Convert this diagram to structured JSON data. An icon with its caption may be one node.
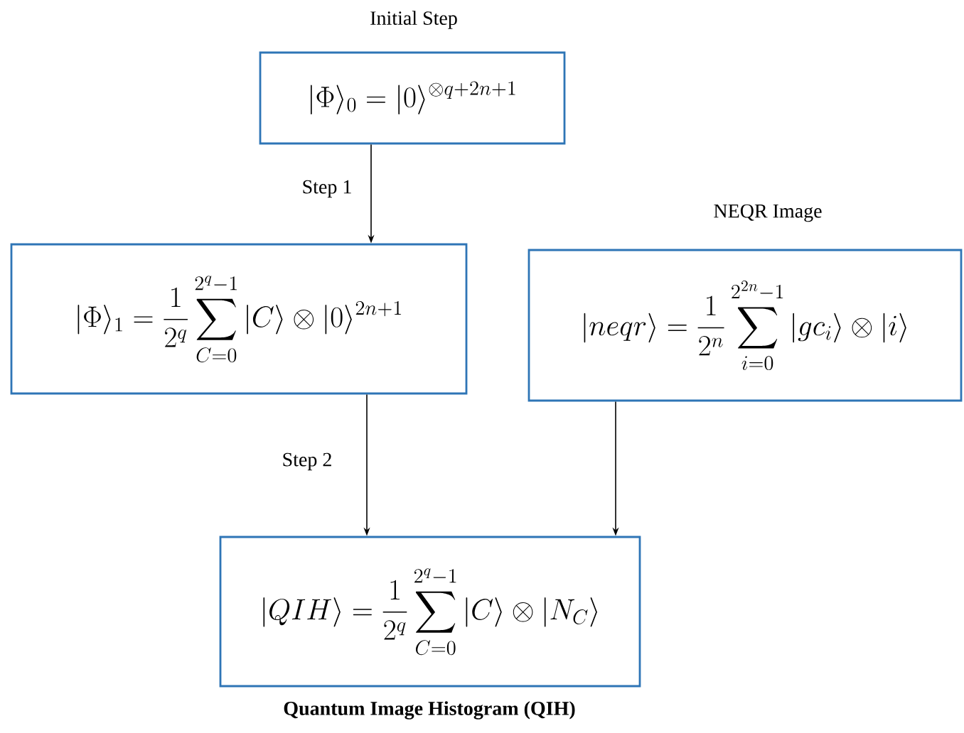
{
  "diagram": {
    "nodes": [
      {
        "text": [
          "Initial Step",
          "|\\Phi\\rangle_0 = |0\\rangle^{\\otimes q+2n+1}"
        ]
      },
      {
        "text": [
          "|\\Phi\\rangle_1 = \\frac{1}{2^q}\\sum_{C=0}^{2^q-1}|C\\rangle\\otimes|0\\rangle^{2n+1}"
        ]
      },
      {
        "text": [
          "NEQR Image",
          "|neqr\\rangle = \\frac{1}{2^n}\\sum_{i=0}^{2^{2n}-1}|gc_i\\rangle\\otimes|i\\rangle"
        ]
      },
      {
        "text": [
          "|QIH\\rangle = \\frac{1}{2^q}\\sum_{C=0}^{2^q-1}|C\\rangle\\otimes|N_C\\rangle"
        ],
        "beside": [
          "Quantum Image Histogram (QIH)"
        ]
      }
    ],
    "edges": [
      {
        "from": 0,
        "to": 1,
        "arrow": "to",
        "label": "Step 1"
      },
      {
        "from": 1,
        "to": 3,
        "arrow": "to",
        "label": "Step 2"
      },
      {
        "from": 2,
        "to": 3,
        "arrow": "to"
      }
    ]
  }
}
